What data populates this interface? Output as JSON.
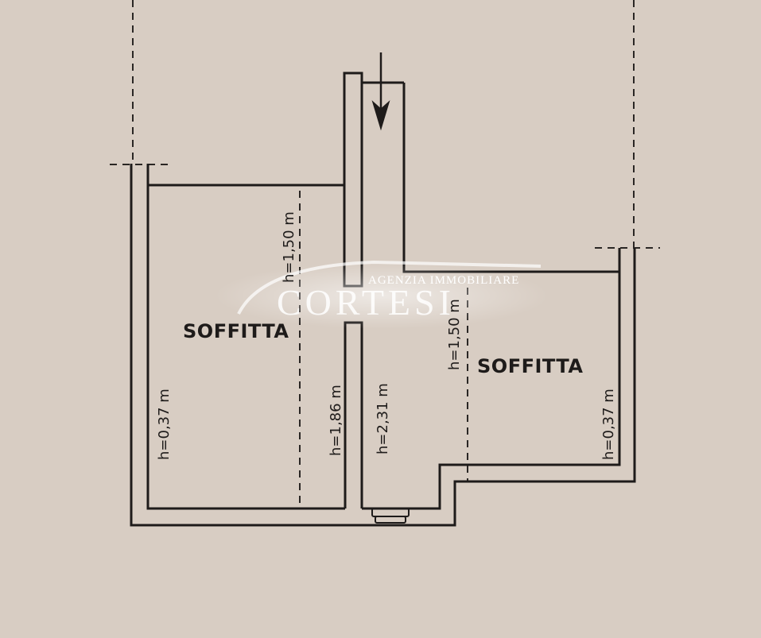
{
  "rooms": {
    "left": "SOFFITTA",
    "right": "SOFFITTA"
  },
  "heights": {
    "left_outer": "h=0,37 m",
    "left_slope": "h=1,50 m",
    "corridor_left": "h=1,86 m",
    "corridor_right": "h=2,31 m",
    "right_slope": "h=1,50 m",
    "right_outer": "h=0,37 m"
  },
  "watermark": {
    "agency": "AGENZIA IMMOBILIARE",
    "name": "CORTESI"
  },
  "colors": {
    "paper": "#d8cdc3",
    "ink": "#1e1b1a",
    "watermark": "#ffffff"
  },
  "icons": {
    "entry": "down-arrow-icon",
    "stair": "stair-step-icon"
  }
}
